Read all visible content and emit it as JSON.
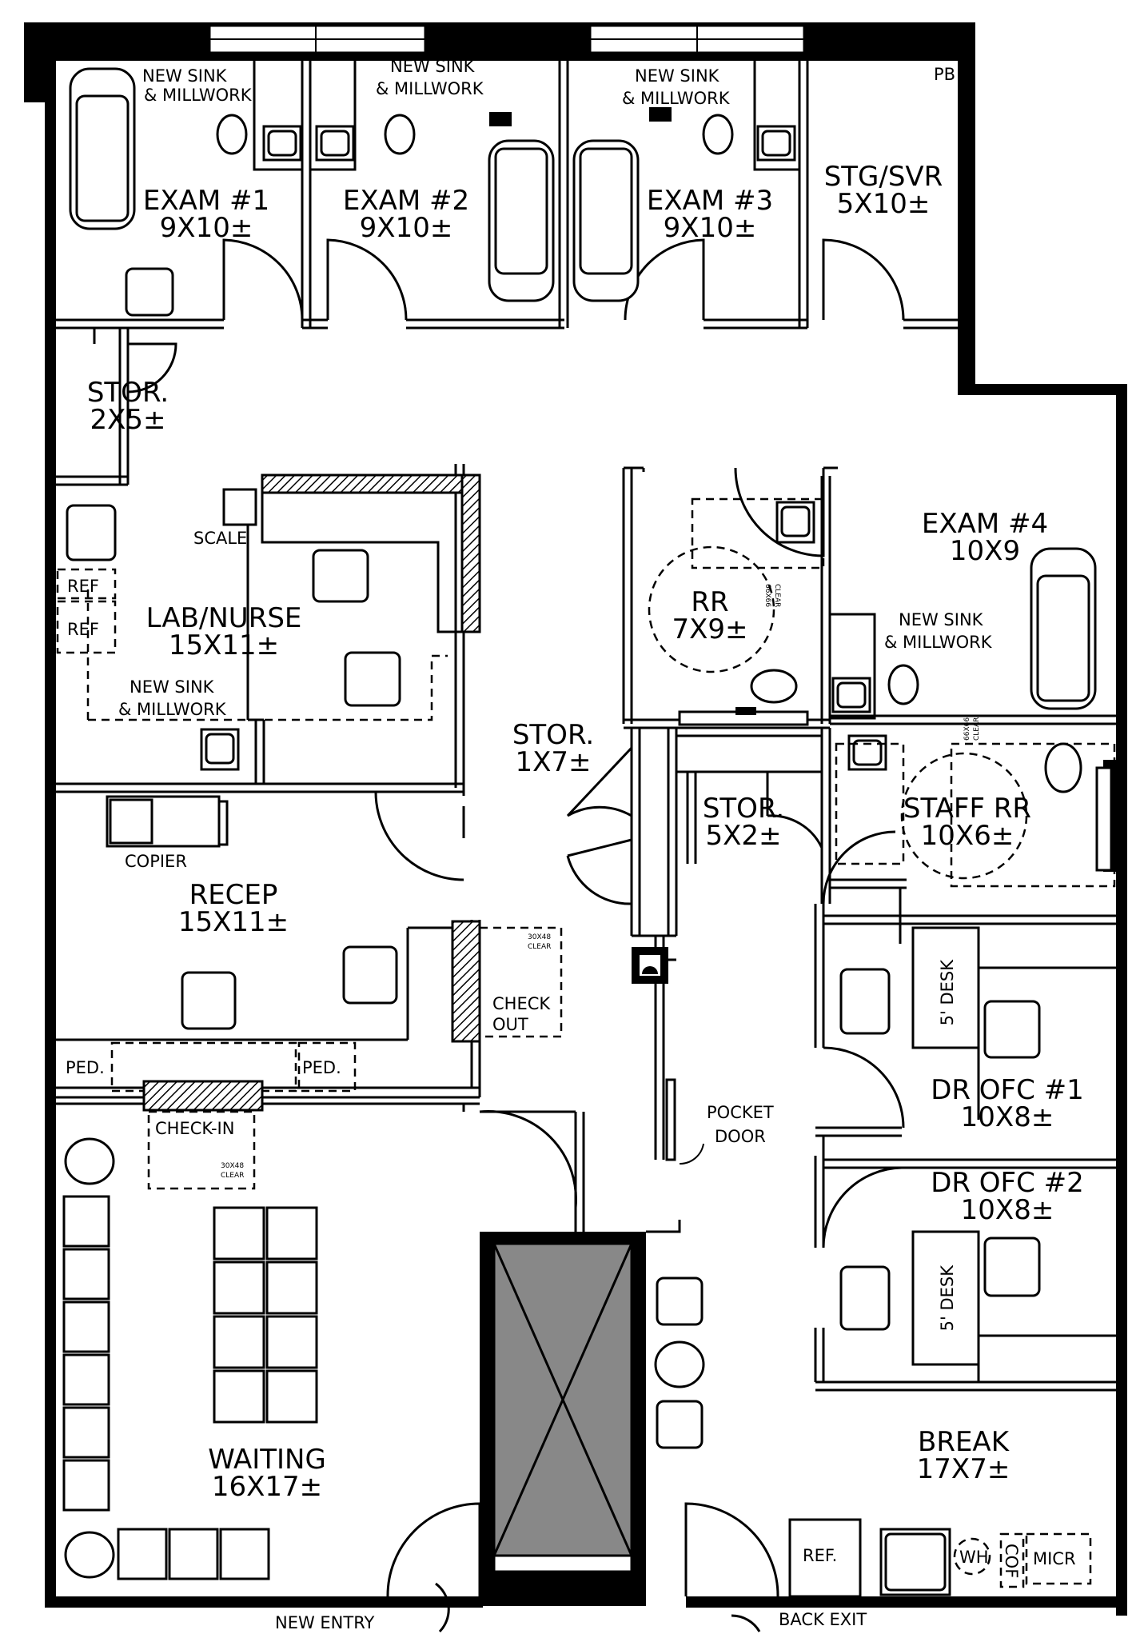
{
  "rooms": {
    "exam1": {
      "name": "EXAM #1",
      "size": "9X10±"
    },
    "exam2": {
      "name": "EXAM #2",
      "size": "9X10±"
    },
    "exam3": {
      "name": "EXAM #3",
      "size": "9X10±"
    },
    "stg_svr": {
      "name": "STG/SVR",
      "size": "5X10±"
    },
    "stor_a": {
      "name": "STOR.",
      "size": "2X5±"
    },
    "lab_nurse": {
      "name": "LAB/NURSE",
      "size": "15X11±"
    },
    "rr": {
      "name": "RR",
      "size": "7X9±"
    },
    "exam4": {
      "name": "EXAM #4",
      "size": "10X9"
    },
    "stor_b": {
      "name": "STOR.",
      "size": "1X7±"
    },
    "stor_c": {
      "name": "STOR.",
      "size": "5X2±"
    },
    "staff_rr": {
      "name": "STAFF RR",
      "size": "10X6±"
    },
    "recep": {
      "name": "RECEP",
      "size": "15X11±"
    },
    "dr_ofc1": {
      "name": "DR OFC #1",
      "size": "10X8±"
    },
    "dr_ofc2": {
      "name": "DR OFC #2",
      "size": "10X8±"
    },
    "waiting": {
      "name": "WAITING",
      "size": "16X17±"
    },
    "break": {
      "name": "BREAK",
      "size": "17X7±"
    }
  },
  "labels": {
    "new_sink": "NEW SINK",
    "millwork": "& MILLWORK",
    "pb": "PB",
    "scale": "SCALE",
    "ref": "REF",
    "copier": "COPIER",
    "ped": "PED.",
    "check_in": "CHECK-IN",
    "check": "CHECK",
    "out": "OUT",
    "clear_size": "30X48",
    "clear": "CLEAR",
    "turn_size": "66X66",
    "desk": "5' DESK",
    "pocket": "POCKET",
    "door": "DOOR",
    "ref_break": "REF.",
    "wh": "WH",
    "cof": "COF",
    "micr": "MICR",
    "new_entry": "NEW ENTRY",
    "back_exit": "BACK EXIT"
  }
}
